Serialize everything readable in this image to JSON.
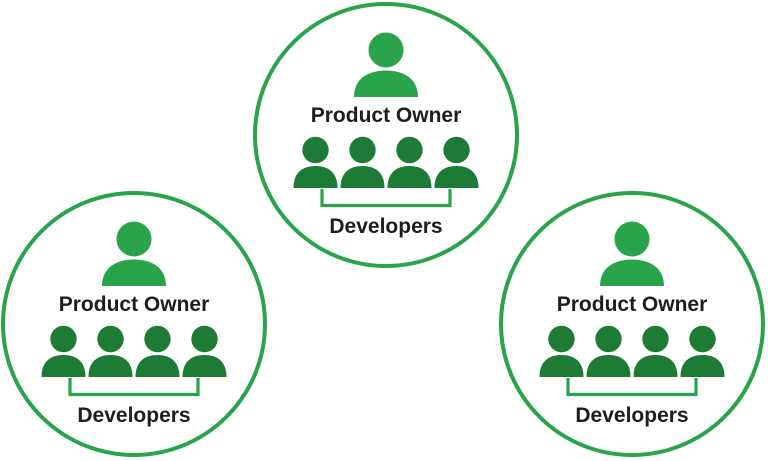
{
  "diagram": {
    "colors": {
      "circle_outline": "#2AA44B",
      "product_owner_icon": "#2AA44B",
      "developer_icon": "#1E7B36",
      "bracket": "#2AA44B",
      "label_text": "#1D1D1B",
      "background": "#FFFFFF"
    },
    "teams": [
      {
        "position": "top-center",
        "product_owner_label": "Product Owner",
        "developers_label": "Developers",
        "developer_count": 4
      },
      {
        "position": "bottom-left",
        "product_owner_label": "Product Owner",
        "developers_label": "Developers",
        "developer_count": 4
      },
      {
        "position": "bottom-right",
        "product_owner_label": "Product Owner",
        "developers_label": "Developers",
        "developer_count": 4
      }
    ]
  }
}
